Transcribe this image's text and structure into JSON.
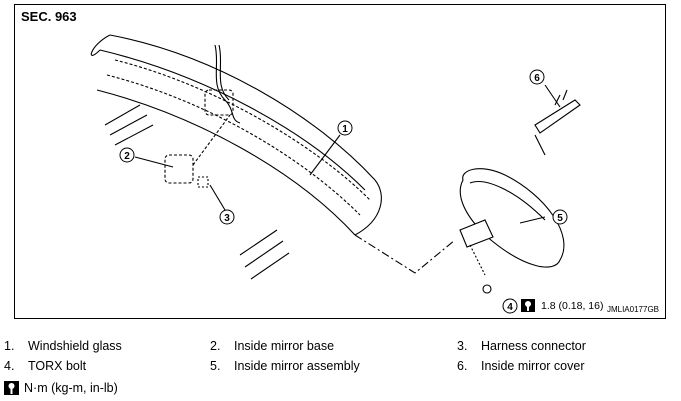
{
  "section_label": "SEC. 963",
  "figure_code": "JMLIA0177GB",
  "callouts": [
    "1",
    "2",
    "3",
    "4",
    "5",
    "6"
  ],
  "torque_value": "1.8 (0.18, 16)",
  "legend": [
    {
      "num": "1.",
      "label": "Windshield glass"
    },
    {
      "num": "2.",
      "label": "Inside mirror base"
    },
    {
      "num": "3.",
      "label": "Harness connector"
    },
    {
      "num": "4.",
      "label": "TORX bolt"
    },
    {
      "num": "5.",
      "label": "Inside mirror assembly"
    },
    {
      "num": "6.",
      "label": "Inside mirror cover"
    }
  ],
  "unit_text": "N·m (kg-m, in-lb)",
  "icons": {
    "torque": "torque-wrench-icon"
  }
}
